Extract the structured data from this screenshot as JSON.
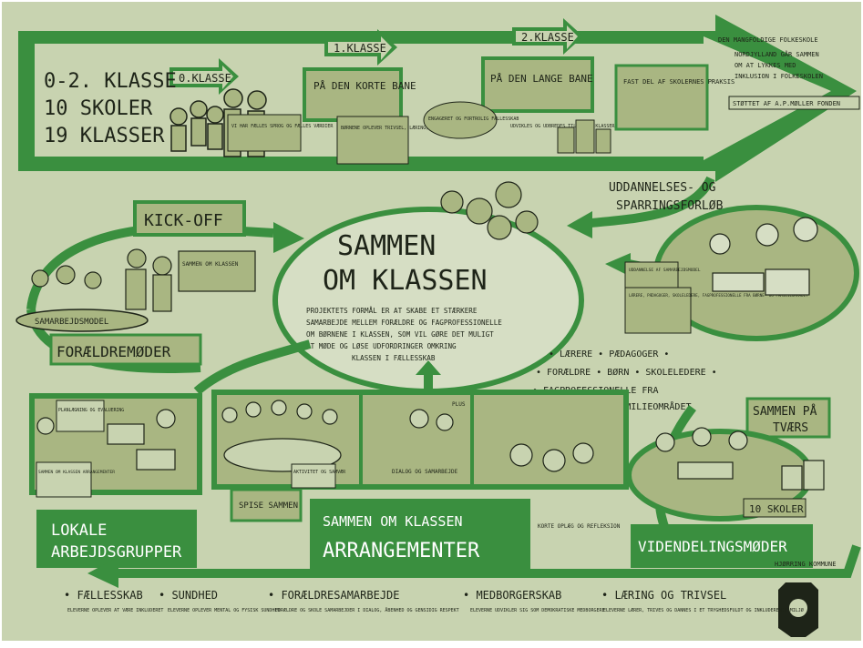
{
  "colors": {
    "background": "#c8d3b0",
    "arrow_green": "#3a8f3f",
    "panel_olive": "#a9b682",
    "ink": "#1e2418",
    "ellipse": "#d6dec4"
  },
  "stats": {
    "line1": "0-2. KLASSE",
    "line2": "10 SKOLER",
    "line3": "19 KLASSER"
  },
  "stages": {
    "klasse0": "0.KLASSE",
    "klasse1": "1.KLASSE",
    "klasse2": "2.KLASSE"
  },
  "top_panels": {
    "kort_bane": "PÅ DEN KORTE BANE",
    "lange_bane": "PÅ DEN LANGE BANE",
    "fast_del": "FAST DEL AF SKOLERNES PRAKSIS",
    "note_a": "VI HAR FÆLLES SPROG OG FÆLLES VÆRDIER",
    "note_b": "BØRNENE OPLEVER TRIVSEL, LÆRING, FÆLLESSKAB",
    "note_c": "ENGAGERET OG FORTROLIG FÆLLESSKAB",
    "note_d": "UDVIKLES OG UDBREDES TIL ANDRE KLASSER"
  },
  "header_note": {
    "line1": "DEN MANGFOLDIGE FOLKESKOLE",
    "line2": "NORDJYLLAND GÅR SAMMEN",
    "line3": "OM AT LYKKES MED",
    "line4": "INKLUSION I FOLKESKOLEN",
    "supported": "STØTTET AF A.P.MØLLER FONDEN"
  },
  "kickoff": "KICK-OFF",
  "sammen_label": "SAMMEN OM KLASSEN",
  "samarbejdsmodel": "SAMARBEJDSMODEL",
  "foraeldremoder": "FORÆLDREMØDER",
  "center": {
    "title1": "SAMMEN",
    "title2": "OM KLASSEN",
    "desc1": "PROJEKTETS FORMÅL ER AT SKABE ET STÆRKERE",
    "desc2": "SAMARBEJDE MELLEM FORÆLDRE OG FAGPROFESSIONELLE",
    "desc3": "OM BØRNENE I KLASSEN, SOM VIL GØRE DET MULIGT",
    "desc4": "AT MØDE OG LØSE UDFORDRINGER OMKRING",
    "desc5": "KLASSEN I FÆLLESSKAB"
  },
  "uddannelse": {
    "line1": "UDDANNELSES- OG",
    "line2": "SPARRINGSFORLØB"
  },
  "sparring_notes": {
    "a": "UDDANNELSE AF SAMARBEJDSMODEL",
    "b": "LÆRERE, PÆDAGOGER, SKOLELEDERE, FAGPROFESSIONELLE FRA BØRNE- OG FAMILIEOMRÅDET"
  },
  "participants": {
    "line1": "• LÆRERE • PÆDAGOGER •",
    "line2": "• FORÆLDRE • BØRN • SKOLELEDERE •",
    "line3": "• FAGPROFESSIONELLE FRA",
    "line4": "BØRNE- OG FAMILIEOMRÅDET"
  },
  "sammen_paa_tvaers": {
    "line1": "SAMMEN PÅ",
    "line2": "TVÆRS"
  },
  "lokale": {
    "line1": "LOKALE",
    "line2": "ARBEJDSGRUPPER",
    "note_a": "PLANLÆGNING OG EVALUERING",
    "note_b": "SAMMEN OM KLASSEN ARRANGEMENTER"
  },
  "arrangementer": {
    "line1": "SAMMEN OM KLASSEN",
    "line2": "ARRANGEMENTER",
    "spise": "SPISE SAMMEN",
    "aktivitet": "AKTIVITET OG SAMVÆR",
    "dialog": "DIALOG OG SAMARBEJDE",
    "refleksion": "KORTE OPLÆG OG REFLEKSION",
    "plus": "PLUS"
  },
  "videndeling": {
    "title": "VIDENDELINGSMØDER",
    "skoler": "10 SKOLER"
  },
  "kommune": "HJØRRING KOMMUNE",
  "values": [
    {
      "title": "• FÆLLESSKAB",
      "desc": "ELEVERNE OPLEVER AT VÆRE INKLUDERET"
    },
    {
      "title": "• SUNDHED",
      "desc": "ELEVERNE OPLEVER MENTAL OG FYSISK SUNDHED"
    },
    {
      "title": "• FORÆLDRESAMARBEJDE",
      "desc": "FORÆLDRE OG SKOLE SAMARBEJDER I DIALOG, ÅBENHED OG GENSIDIG RESPEKT"
    },
    {
      "title": "• MEDBORGERSKAB",
      "desc": "ELEVERNE UDVIKLER SIG SOM DEMOKRATISKE MEDBORGERE"
    },
    {
      "title": "• LÆRING OG TRIVSEL",
      "desc": "ELEVERNE LÆRER, TRIVES OG DANNES I ET TRYGHEDSFULDT OG INKLUDERENDE MILJØ"
    }
  ]
}
